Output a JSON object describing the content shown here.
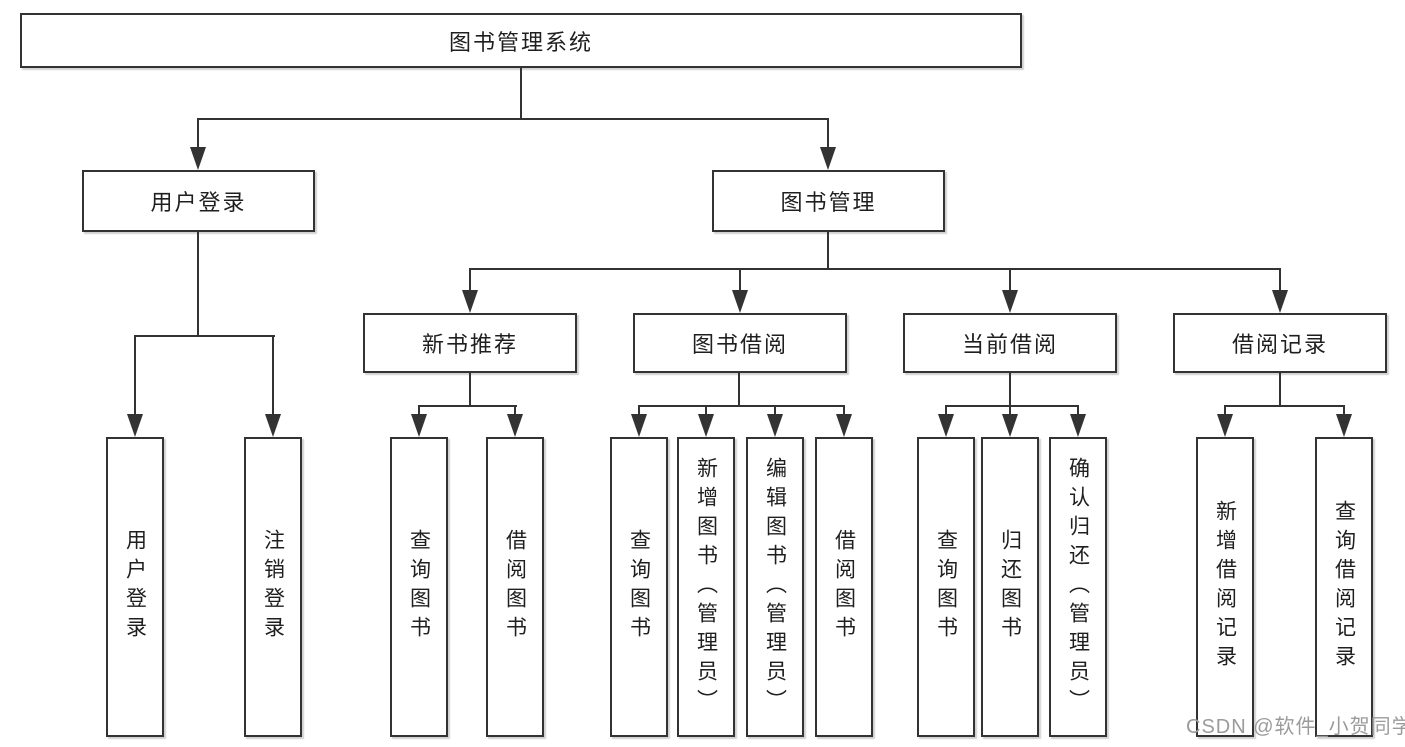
{
  "root": {
    "label": "图书管理系统"
  },
  "level2": [
    {
      "label": "用户登录"
    },
    {
      "label": "图书管理"
    }
  ],
  "level3": [
    {
      "label": "新书推荐"
    },
    {
      "label": "图书借阅"
    },
    {
      "label": "当前借阅"
    },
    {
      "label": "借阅记录"
    }
  ],
  "leaves": {
    "login": [
      {
        "label": "用户登录"
      },
      {
        "label": "注销登录"
      }
    ],
    "new_books": [
      {
        "label": "查询图书"
      },
      {
        "label": "借阅图书"
      }
    ],
    "book_borrow": [
      {
        "label": "查询图书"
      },
      {
        "label": "新增图书（管理员）"
      },
      {
        "label": "编辑图书（管理员）"
      },
      {
        "label": "借阅图书"
      }
    ],
    "current_borrow": [
      {
        "label": "查询图书"
      },
      {
        "label": "归还图书"
      },
      {
        "label": "确认归还（管理员）"
      }
    ],
    "borrow_records": [
      {
        "label": "新增借阅记录"
      },
      {
        "label": "查询借阅记录"
      }
    ]
  },
  "watermark": {
    "text": "CSDN @软件_小贺同学",
    "color": "#9b9b9b"
  },
  "colors": {
    "line": "#333333",
    "text": "#1f1f1f",
    "background": "#ffffff"
  }
}
